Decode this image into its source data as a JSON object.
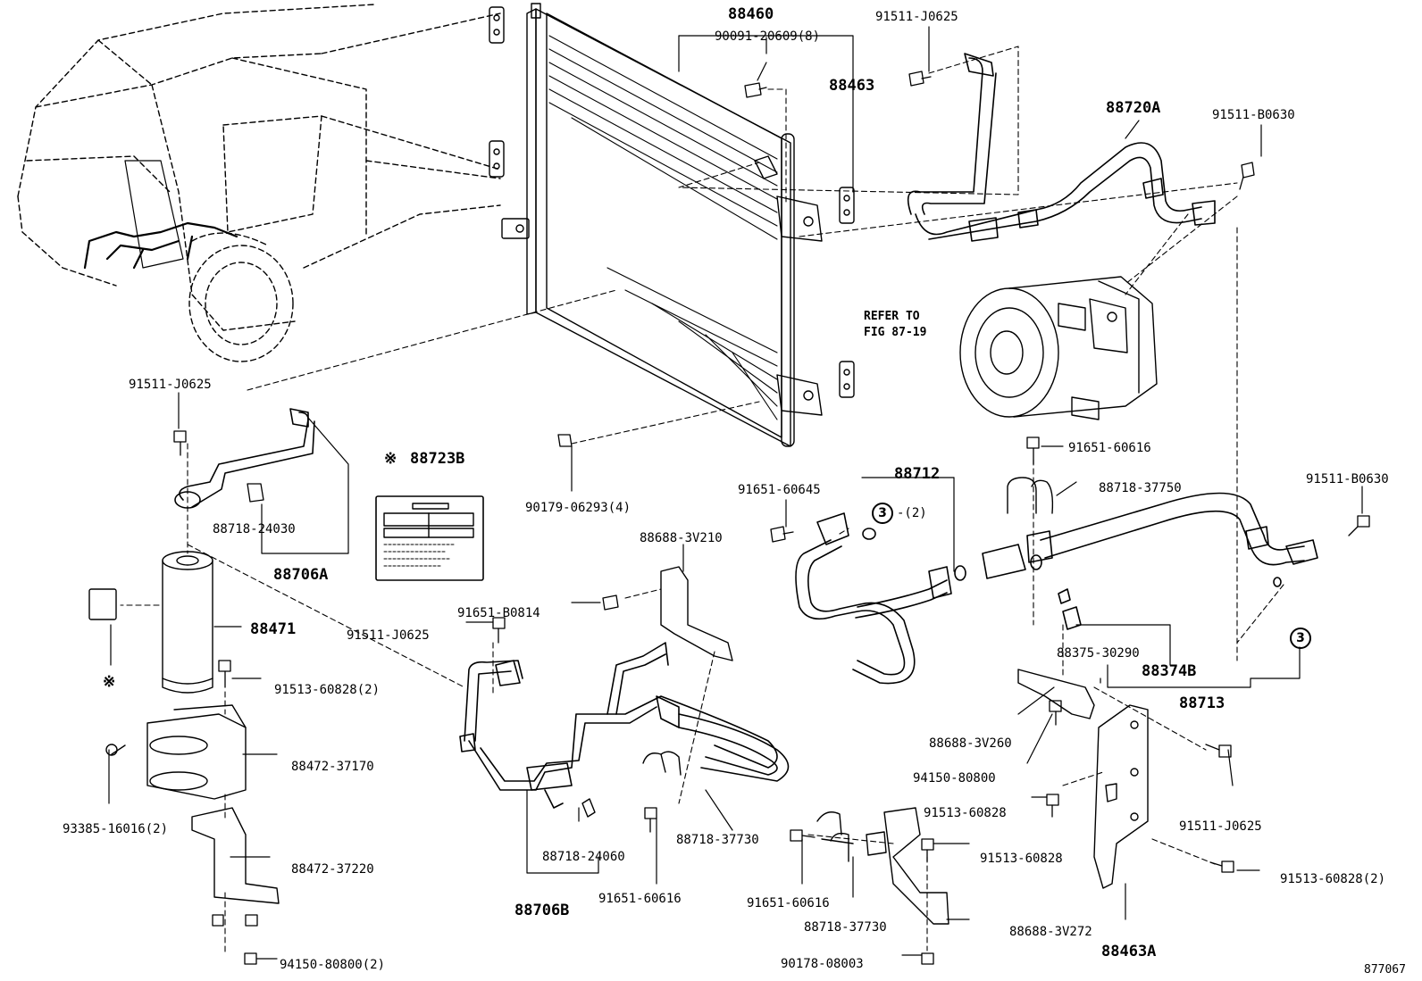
{
  "figure_number": "877067",
  "refer_note": {
    "line1": "REFER TO",
    "line2": "FIG 87-19"
  },
  "note_symbol": "※",
  "circled_ref": "3",
  "parts": {
    "condenser_assy": "88460",
    "bolt_90091": "90091-20609(8)",
    "bracket_88463": "88463",
    "bolt_91511_top": "91511-J0625",
    "hose_discharge": "88720A",
    "bolt_91511_b0630_top": "91511-B0630",
    "bolt_91511_left": "91511-J0625",
    "label_caution": "88723B",
    "clamp_88718_24030": "88718-24030",
    "tube_88706a": "88706A",
    "receiver_dryer": "88471",
    "bolt_91513_dryer": "91513-60828(2)",
    "bracket_88472_37170": "88472-37170",
    "screw_93385": "93385-16016(2)",
    "bracket_88472_37220": "88472-37220",
    "nut_94150_bottom": "94150-80800(2)",
    "cushion_90179": "90179-06293(4)",
    "bolt_91651_60645": "91651-60645",
    "tube_88712": "88712",
    "oring_qty": "-(2)",
    "bolt_91651_60616_right": "91651-60616",
    "clamp_88718_37750": "88718-37750",
    "bolt_91511_b0630_right": "91511-B0630",
    "bracket_88688_3v210": "88688-3V210",
    "bolt_91651_b0814": "91651-B0814",
    "bolt_91511_mid": "91511-J0625",
    "valve_88375": "88375-30290",
    "cap_88374b": "88374B",
    "hose_88713": "88713",
    "bracket_88688_3v260": "88688-3V260",
    "nut_94150_mid": "94150-80800",
    "bolt_91513_mid": "91513-60828",
    "bolt_91511_right_low": "91511-J0625",
    "clamp_88718_37730_mid": "88718-37730",
    "clamp_88718_24060": "88718-24060",
    "tube_88706b": "88706B",
    "bolt_91651_60616_low": "91651-60616",
    "bolt_91651_60616_low2": "91651-60616",
    "bolt_91513_low": "91513-60828",
    "bolt_91513_right": "91513-60828(2)",
    "clamp_88718_37730_low": "88718-37730",
    "bracket_88688_3v272": "88688-3V272",
    "nut_90178": "90178-08003",
    "bracket_88463a": "88463A"
  }
}
